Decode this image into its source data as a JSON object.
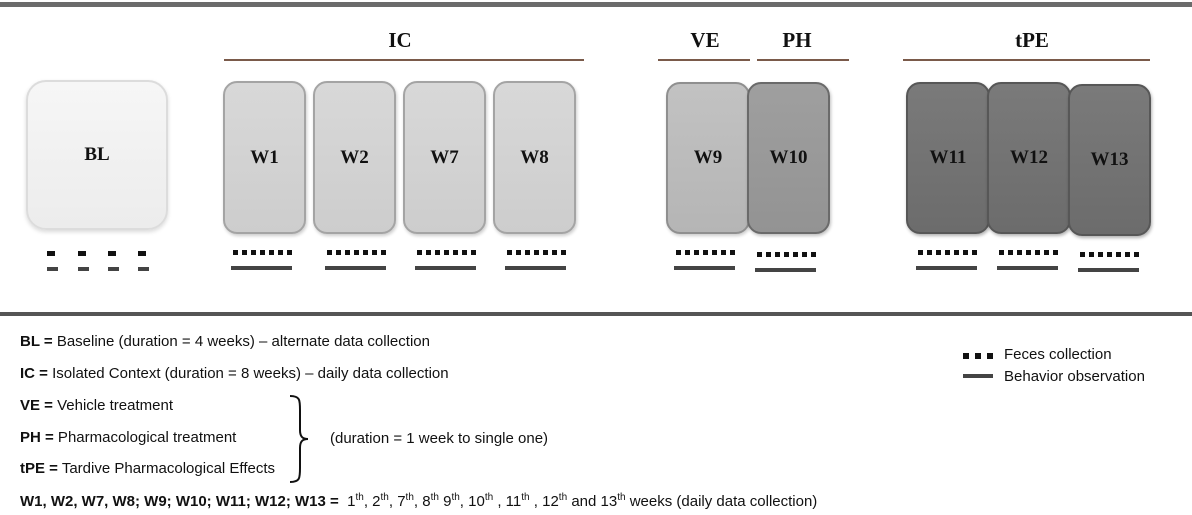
{
  "groups": {
    "ic": "IC",
    "ve": "VE",
    "ph": "PH",
    "tpe": "tPE"
  },
  "boxes": {
    "bl": "BL",
    "w1": "W1",
    "w2": "W2",
    "w7": "W7",
    "w8": "W8",
    "w9": "W9",
    "w10": "W10",
    "w11": "W11",
    "w12": "W12",
    "w13": "W13"
  },
  "legend": {
    "bl_abbr": "BL =",
    "bl_text": " Baseline (duration = 4 weeks) – alternate data collection",
    "ic_abbr": "IC =",
    "ic_text": " Isolated Context (duration = 8 weeks) –  daily data collection",
    "ve_abbr": "VE =",
    "ve_text": " Vehicle treatment",
    "ph_abbr": "PH =",
    "ph_text": " Pharmacological treatment",
    "tpe_abbr": "tPE =",
    "tpe_text": " Tardive Pharmacological Effects",
    "duration": "(duration = 1 week to single one)",
    "weeks_abbr": "W1, W2, W7, W8; W9; W10; W11; W12; W13 =",
    "weeks_text": {
      "w1": "1",
      "w2": "2",
      "w7": "7",
      "w8": "8",
      "w9": "9",
      "w10": "10",
      "w11": "11",
      "w12": "12",
      "w13": "13",
      "sup": "th",
      "tail": " weeks (daily data collection)",
      "and": " and "
    }
  },
  "key": {
    "feces": "Feces collection",
    "behavior": "Behavior observation"
  },
  "colors": {
    "bl_fill": "#efefef",
    "ic_fill": "#d3d3d3",
    "ve_fill": "#bbbbbb",
    "ph_fill": "#999999",
    "tpe_fill": "#737373"
  }
}
